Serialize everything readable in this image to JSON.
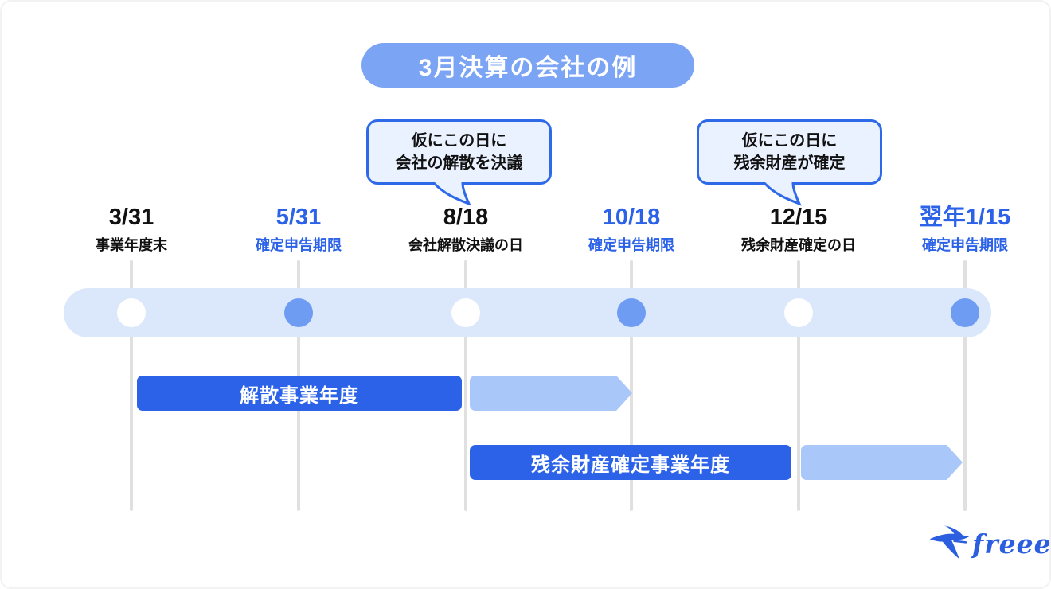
{
  "title": {
    "label": "3月決算の会社の例"
  },
  "callouts": [
    {
      "line1": "仮にこの日に",
      "line2": "会社の解散を決議"
    },
    {
      "line1": "仮にこの日に",
      "line2": "残余財産が確定"
    }
  ],
  "milestones": [
    {
      "date": "3/31",
      "label": "事業年度末",
      "style": "black",
      "dot": "white"
    },
    {
      "date": "5/31",
      "label": "確定申告期限",
      "style": "blue",
      "dot": "blue"
    },
    {
      "date": "8/18",
      "label": "会社解散決議の日",
      "style": "black",
      "dot": "white"
    },
    {
      "date": "10/18",
      "label": "確定申告期限",
      "style": "blue",
      "dot": "blue"
    },
    {
      "date": "12/15",
      "label": "残余財産確定の日",
      "style": "black",
      "dot": "white"
    },
    {
      "date": "翌年1/15",
      "label": "確定申告期限",
      "style": "blue",
      "dot": "blue"
    }
  ],
  "bars": [
    {
      "label": "解散事業年度"
    },
    {
      "label": "残余財産確定事業年度"
    }
  ],
  "logo": {
    "text": "freee"
  },
  "colors": {
    "accent_blue": "#2b62e8",
    "banner_blue": "#7ca4f4",
    "band_light_blue": "#dbe7fb",
    "arrow_pale_blue": "#a9c7f8",
    "dot_blue": "#6d9cf2",
    "callout_fill": "#ebf2ff",
    "callout_border": "#2e6ae8",
    "blue_text": "#2b62e8",
    "black_text": "#111111",
    "guide_line_gray": "#e0e0e0",
    "logo_blue": "#2b5fe0"
  }
}
